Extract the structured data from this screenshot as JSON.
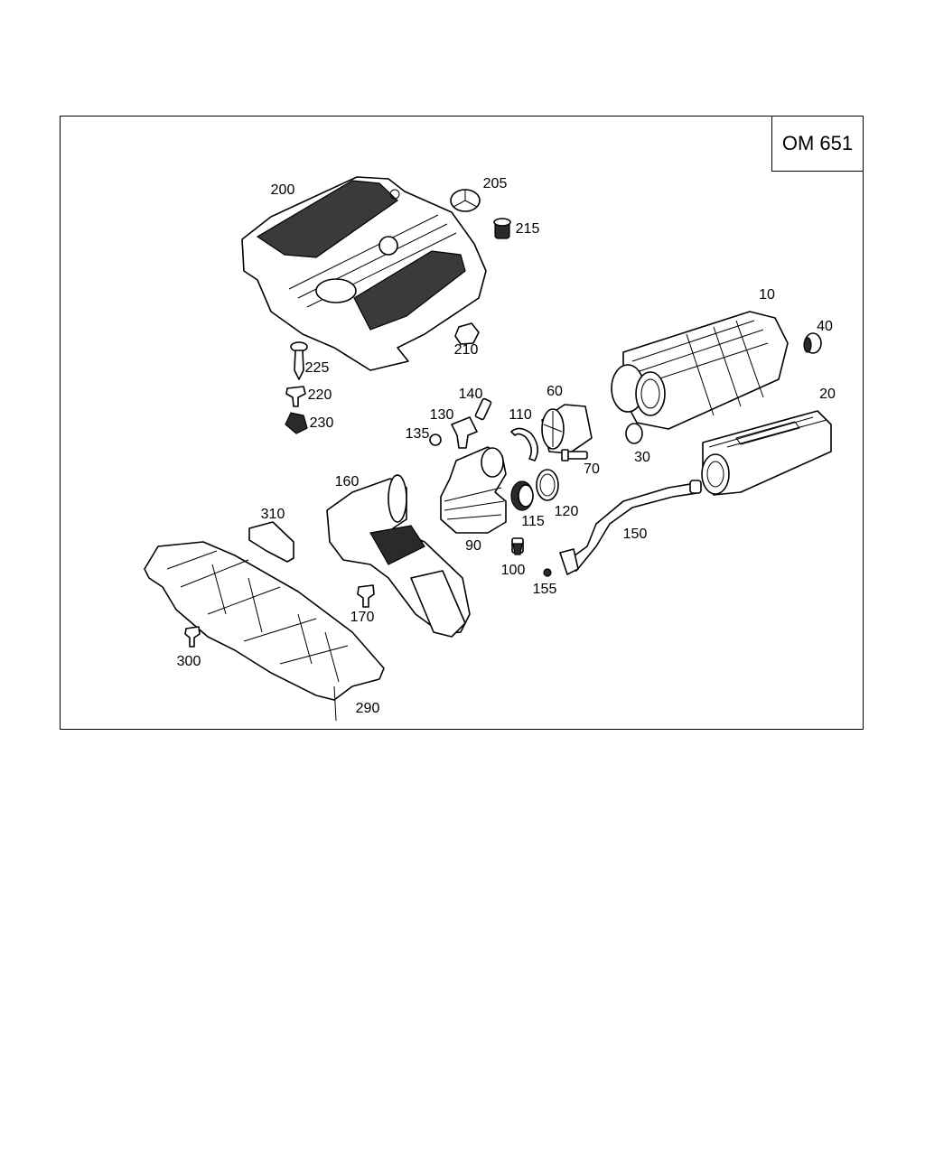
{
  "diagram": {
    "engine_code": "OM 651",
    "callouts": [
      {
        "id": "c200",
        "text": "200"
      },
      {
        "id": "c205",
        "text": "205"
      },
      {
        "id": "c215",
        "text": "215"
      },
      {
        "id": "c210",
        "text": "210"
      },
      {
        "id": "c225",
        "text": "225"
      },
      {
        "id": "c220",
        "text": "220"
      },
      {
        "id": "c230",
        "text": "230"
      },
      {
        "id": "c10",
        "text": "10"
      },
      {
        "id": "c40",
        "text": "40"
      },
      {
        "id": "c20",
        "text": "20"
      },
      {
        "id": "c30",
        "text": "30"
      },
      {
        "id": "c140",
        "text": "140"
      },
      {
        "id": "c130",
        "text": "130"
      },
      {
        "id": "c135",
        "text": "135"
      },
      {
        "id": "c110",
        "text": "110"
      },
      {
        "id": "c60",
        "text": "60"
      },
      {
        "id": "c70",
        "text": "70"
      },
      {
        "id": "c160",
        "text": "160"
      },
      {
        "id": "c90",
        "text": "90"
      },
      {
        "id": "c115",
        "text": "115"
      },
      {
        "id": "c120",
        "text": "120"
      },
      {
        "id": "c150",
        "text": "150"
      },
      {
        "id": "c100",
        "text": "100"
      },
      {
        "id": "c155",
        "text": "155"
      },
      {
        "id": "c310",
        "text": "310"
      },
      {
        "id": "c170",
        "text": "170"
      },
      {
        "id": "c300",
        "text": "300"
      },
      {
        "id": "c290",
        "text": "290"
      }
    ]
  }
}
